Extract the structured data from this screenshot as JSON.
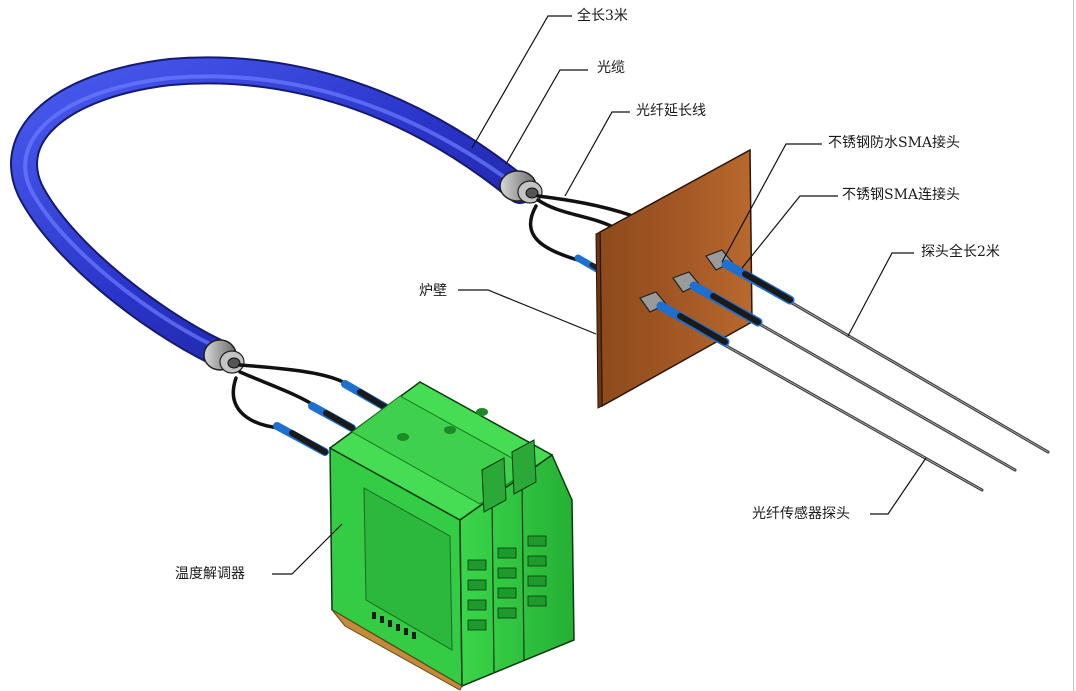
{
  "labels": {
    "total_length": "全长3米",
    "cable": "光缆",
    "extension": "光纤延长线",
    "waterproof_sma": "不锈钢防水SMA接头",
    "sma_connector": "不锈钢SMA连接头",
    "probe_length": "探头全长2米",
    "furnace_wall": "炉壁",
    "probe": "光纤传感器探头",
    "demodulator": "温度解调器"
  },
  "colors": {
    "cable_blue": "#2a34c8",
    "furnace_brown": "#a65a26",
    "module_green": "#33cc44",
    "connector_blue": "#1d6fd0"
  }
}
